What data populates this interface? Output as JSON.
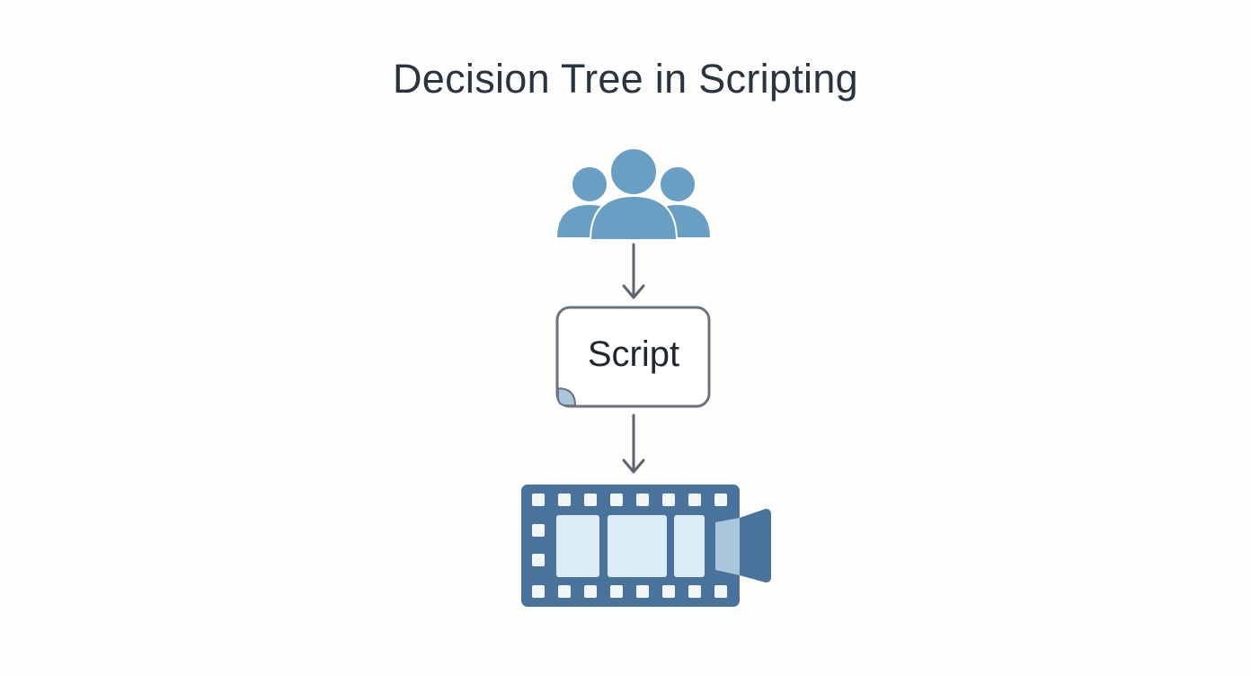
{
  "title": "Decision Tree in Scripting",
  "nodes": [
    {
      "id": "audience",
      "icon": "people-group-icon"
    },
    {
      "id": "script",
      "label": "Script",
      "icon": "document-icon"
    },
    {
      "id": "video",
      "icon": "film-camera-icon"
    }
  ],
  "edges": [
    {
      "from": "audience",
      "to": "script"
    },
    {
      "from": "script",
      "to": "video"
    }
  ],
  "colors": {
    "people": "#6a9fc4",
    "arrow": "#5c6470",
    "box_border": "#6c737c",
    "film": "#4a739c",
    "film_frame": "#dcecf4",
    "lens": "#a9c6da",
    "title": "#2a3340"
  }
}
